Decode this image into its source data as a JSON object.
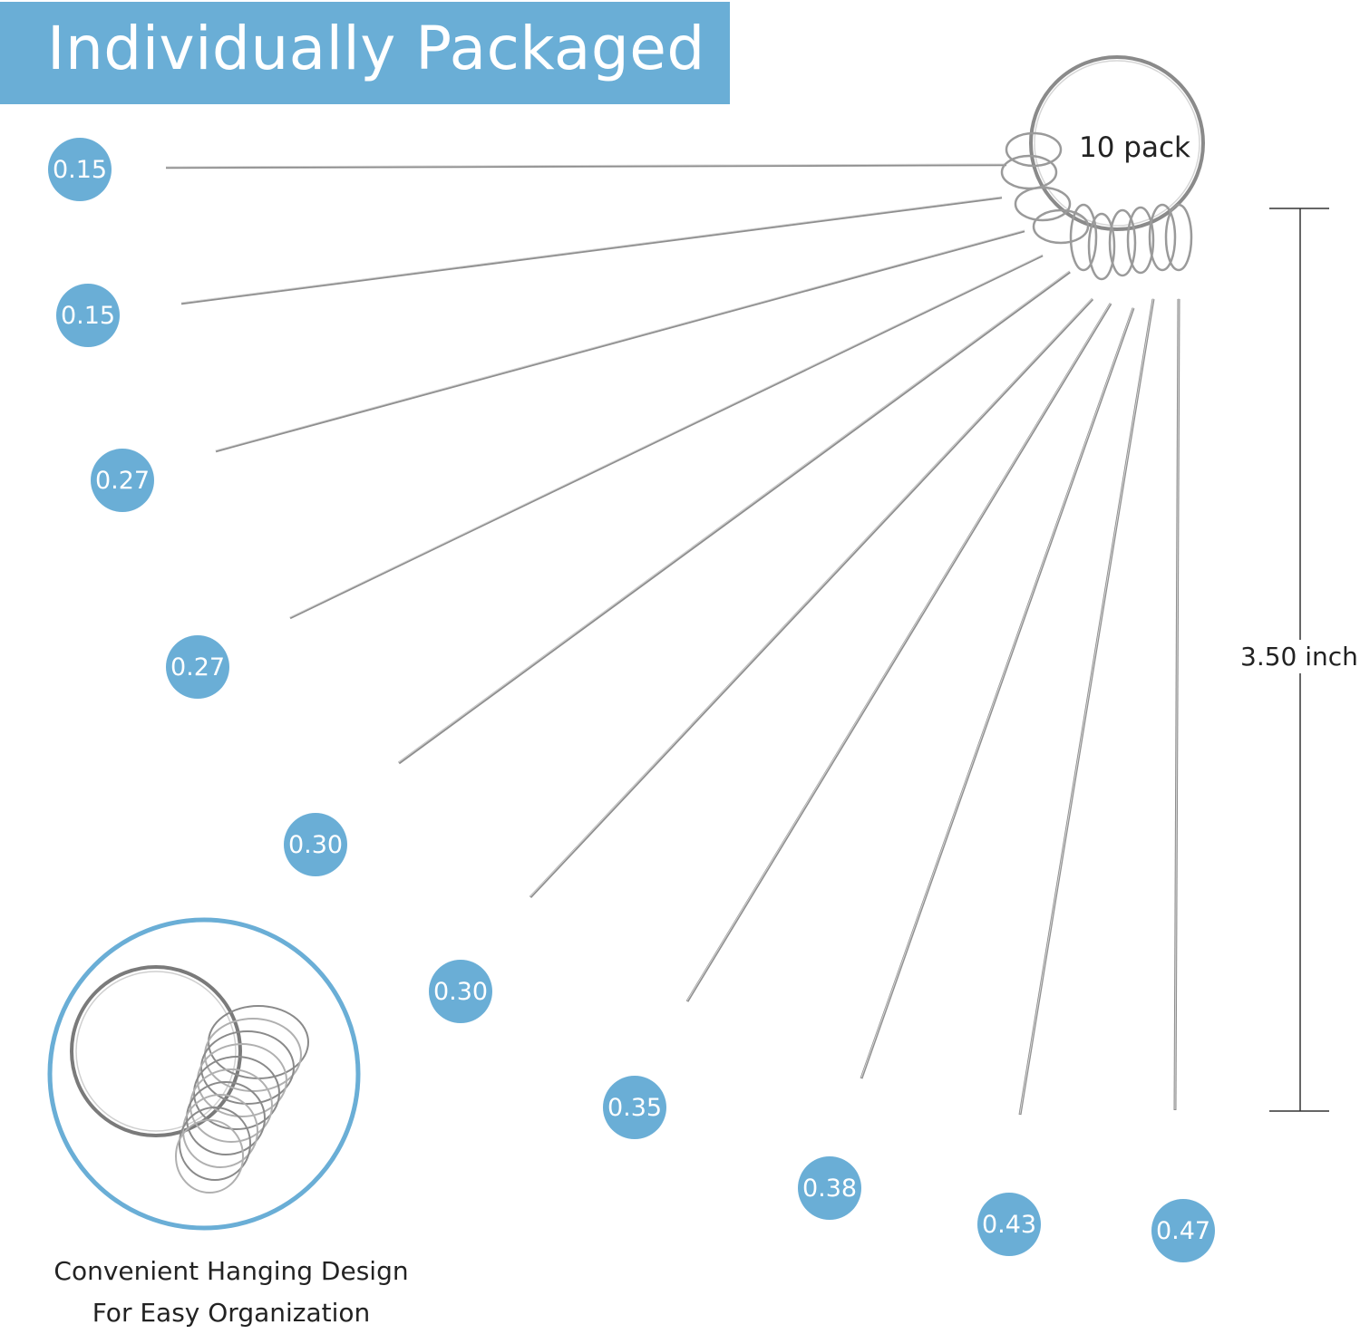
{
  "banner": {
    "title": "Individually Packaged"
  },
  "pack_label": "10 pack",
  "length_label": "3.50 inch",
  "sizes": [
    "0.15",
    "0.15",
    "0.27",
    "0.27",
    "0.30",
    "0.30",
    "0.35",
    "0.38",
    "0.43",
    "0.47"
  ],
  "caption": {
    "line1": "Convenient Hanging Design",
    "line2": "For Easy Organization"
  },
  "colors": {
    "accent": "#6aaed6",
    "wire": "#9a9a9a",
    "text": "#222222"
  }
}
